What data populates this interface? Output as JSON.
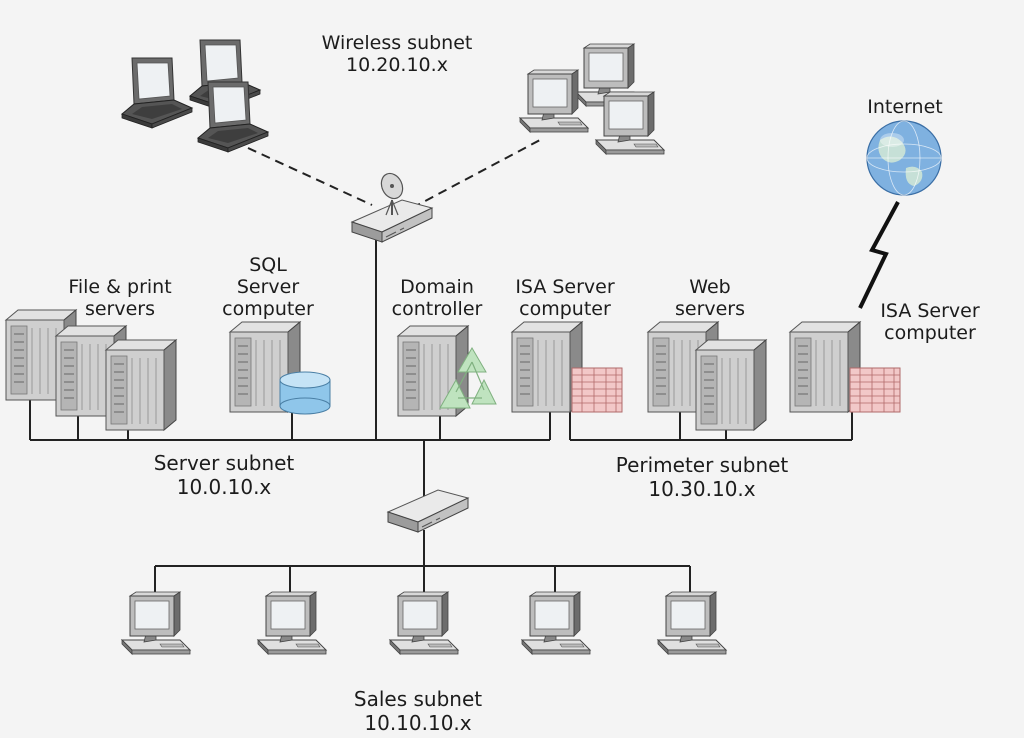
{
  "labels": {
    "wireless_subnet": {
      "line1": "Wireless subnet",
      "line2": "10.20.10.x"
    },
    "internet": "Internet",
    "file_print": {
      "line1": "File & print",
      "line2": "servers"
    },
    "sql_server": {
      "line1": "SQL",
      "line2": "Server",
      "line3": "computer"
    },
    "domain_controller": {
      "line1": "Domain",
      "line2": "controller"
    },
    "isa_server_inner": {
      "line1": "ISA Server",
      "line2": "computer"
    },
    "web_servers": {
      "line1": "Web",
      "line2": "servers"
    },
    "isa_server_edge": {
      "line1": "ISA Server",
      "line2": "computer"
    },
    "server_subnet": {
      "line1": "Server subnet",
      "line2": "10.0.10.x"
    },
    "perimeter_subnet": {
      "line1": "Perimeter subnet",
      "line2": "10.30.10.x"
    },
    "sales_subnet": {
      "line1": "Sales subnet",
      "line2": "10.10.10.x"
    }
  },
  "icons": {
    "laptop": "laptop-icon",
    "desktop": "desktop-computer-icon",
    "server": "server-tower-icon",
    "wireless_ap": "wireless-access-point-icon",
    "router": "router-icon",
    "database": "database-icon",
    "domain": "domain-controller-icon",
    "firewall": "firewall-icon",
    "globe": "internet-globe-icon",
    "link": "wan-link-icon"
  },
  "colors": {
    "line": "#222222",
    "firewall": "#d99a9a",
    "database": "#8fc6ea",
    "domain_triangle": "#a8d8a8",
    "globe": "#6fa8dc"
  }
}
